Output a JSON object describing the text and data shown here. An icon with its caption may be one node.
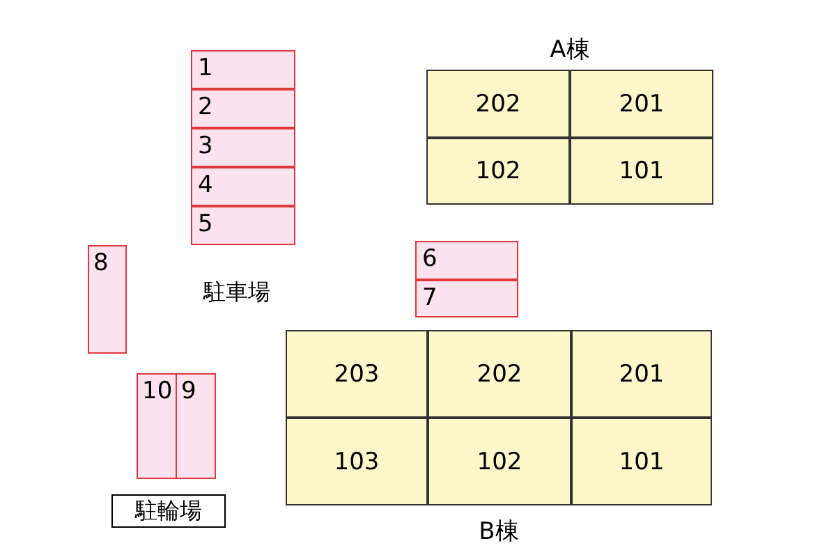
{
  "diagram": {
    "nodes": [
      {
        "text": [
          "1"
        ]
      },
      {
        "text": [
          "2"
        ]
      },
      {
        "text": [
          "3"
        ]
      },
      {
        "text": [
          "4"
        ]
      },
      {
        "text": [
          "5"
        ]
      },
      {
        "text": [
          "A棟"
        ]
      },
      {
        "text": [
          "202"
        ],
        "in": 5
      },
      {
        "text": [
          "201"
        ],
        "in": 5
      },
      {
        "text": [
          "102"
        ],
        "in": 5
      },
      {
        "text": [
          "101"
        ],
        "in": 5
      },
      {
        "text": [
          "6"
        ]
      },
      {
        "text": [
          "7"
        ]
      },
      {
        "text": [
          "8"
        ]
      },
      {
        "text": [
          "B棟"
        ]
      },
      {
        "text": [
          "203"
        ],
        "in": 13
      },
      {
        "text": [
          "202"
        ],
        "in": 13
      },
      {
        "text": [
          "201"
        ],
        "in": 13
      },
      {
        "text": [
          "103"
        ],
        "in": 13
      },
      {
        "text": [
          "102"
        ],
        "in": 13
      },
      {
        "text": [
          "101"
        ],
        "in": 13
      },
      {
        "text": [
          "10"
        ]
      },
      {
        "text": [
          "9"
        ]
      },
      {
        "text": [
          "駐輪場"
        ]
      }
    ],
    "labels": [
      "駐車場"
    ]
  }
}
